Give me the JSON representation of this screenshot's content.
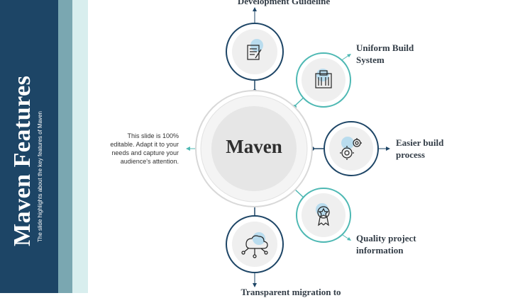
{
  "sidebar": {
    "title": "Maven Features",
    "subtitle": "The slide highlights about the key features of Maven"
  },
  "center": {
    "label": "Maven"
  },
  "note": "This slide is 100% editable. Adapt it to your needs and capture your audience's attention.",
  "features": [
    {
      "label": "Development Guideline",
      "icon": "document-icon"
    },
    {
      "label": "Uniform Build System",
      "icon": "building-icon"
    },
    {
      "label": "Easier build process",
      "icon": "gears-icon"
    },
    {
      "label": "Quality project information",
      "icon": "award-badge-icon"
    },
    {
      "label": "Transparent migration to",
      "icon": "cloud-network-icon"
    }
  ],
  "colors": {
    "dark_blue": "#1d4566",
    "teal": "#4db8b3",
    "mid_band": "#7aa7b1",
    "light_band": "#d8eeee"
  }
}
